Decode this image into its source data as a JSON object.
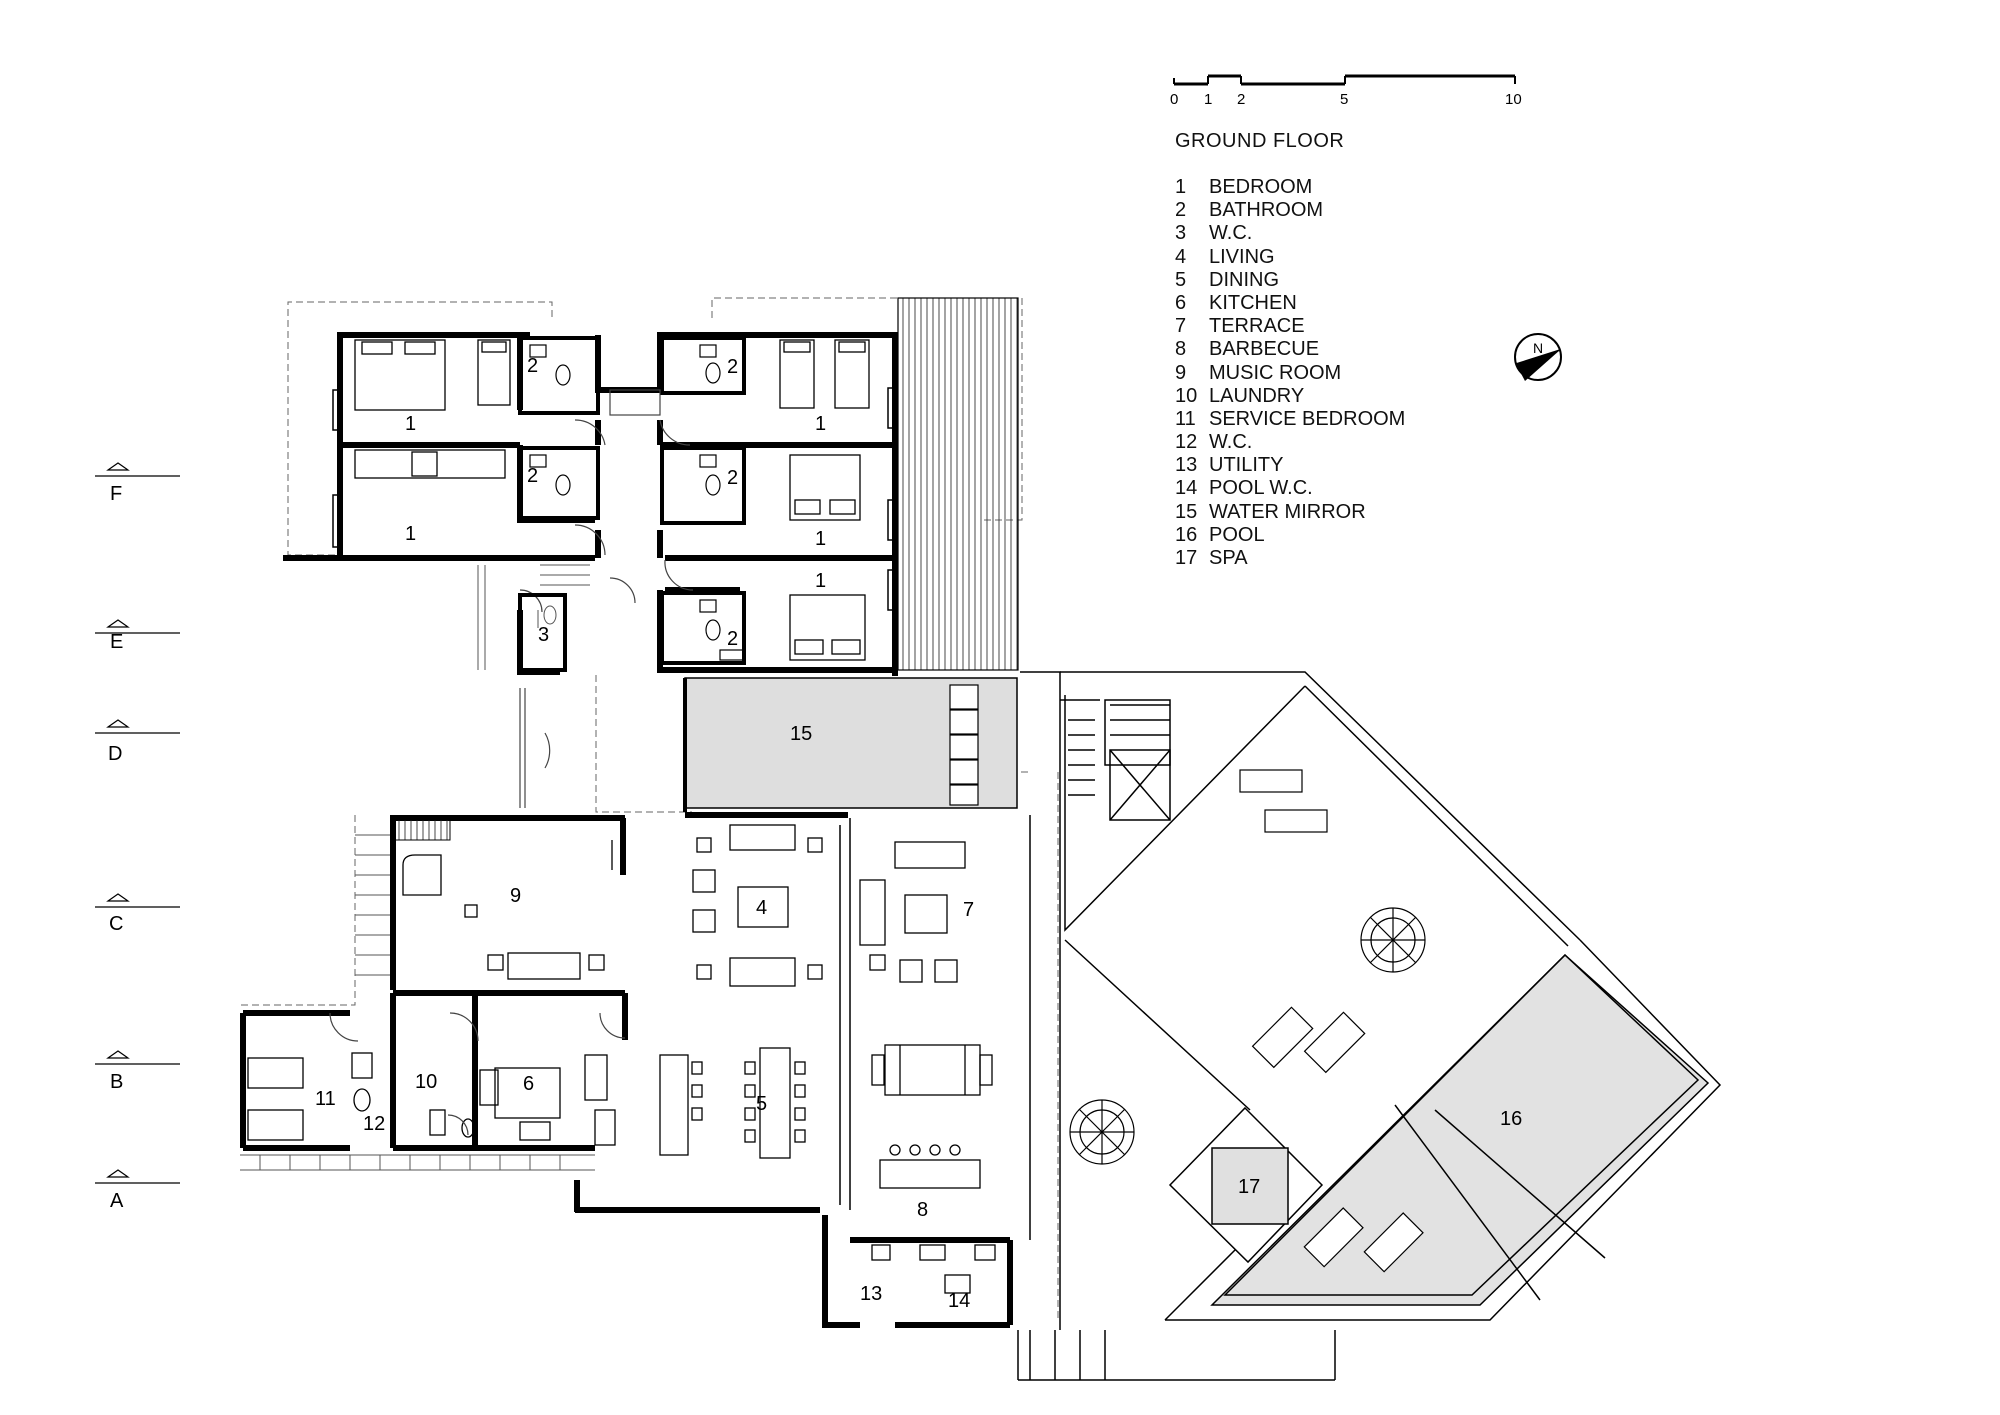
{
  "plan": {
    "title": "GROUND FLOOR",
    "north_label": "N",
    "scale_ticks": [
      "0",
      "1",
      "2",
      "5",
      "10"
    ],
    "grid_lines": [
      "F",
      "E",
      "D",
      "C",
      "B",
      "A"
    ],
    "legend": [
      {
        "num": "1",
        "name": "BEDROOM"
      },
      {
        "num": "2",
        "name": "BATHROOM"
      },
      {
        "num": "3",
        "name": "W.C."
      },
      {
        "num": "4",
        "name": "LIVING"
      },
      {
        "num": "5",
        "name": "DINING"
      },
      {
        "num": "6",
        "name": "KITCHEN"
      },
      {
        "num": "7",
        "name": "TERRACE"
      },
      {
        "num": "8",
        "name": "BARBECUE"
      },
      {
        "num": "9",
        "name": "MUSIC ROOM"
      },
      {
        "num": "10",
        "name": "LAUNDRY"
      },
      {
        "num": "11",
        "name": "SERVICE BEDROOM"
      },
      {
        "num": "12",
        "name": "W.C."
      },
      {
        "num": "13",
        "name": "UTILITY"
      },
      {
        "num": "14",
        "name": "POOL W.C."
      },
      {
        "num": "15",
        "name": "WATER MIRROR"
      },
      {
        "num": "16",
        "name": "POOL"
      },
      {
        "num": "17",
        "name": "SPA"
      }
    ],
    "room_labels": {
      "bedroom_nw": "1",
      "bath_nw": "2",
      "bath_nc": "2",
      "bedroom_ne": "1",
      "bedroom_w": "1",
      "bath_w": "2",
      "bath_c": "2",
      "bedroom_e": "1",
      "bedroom_se": "1",
      "bath_se": "2",
      "wc": "3",
      "water_mirror": "15",
      "music": "9",
      "living": "4",
      "terrace": "7",
      "service_bed": "11",
      "wc_service": "12",
      "laundry": "10",
      "kitchen": "6",
      "dining": "5",
      "barbecue": "8",
      "utility": "13",
      "pool_wc": "14",
      "pool": "16",
      "spa": "17"
    }
  }
}
